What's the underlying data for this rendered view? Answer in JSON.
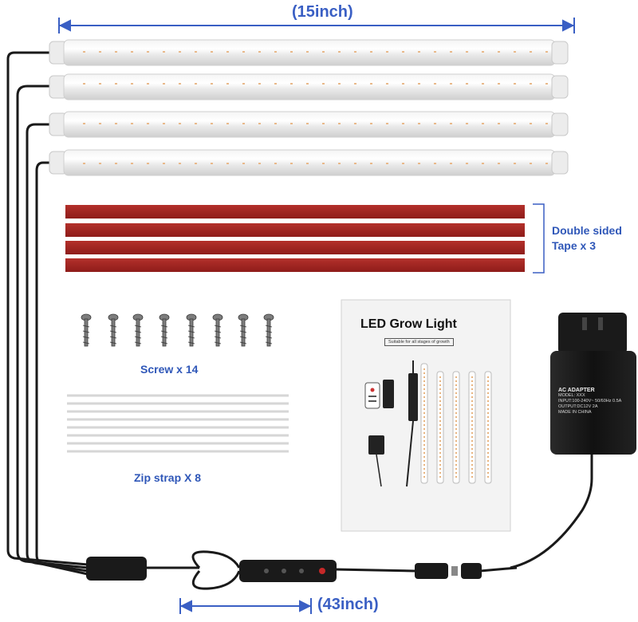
{
  "dimensions": {
    "bar_length": "(15inch)",
    "cable_length": "(43inch)"
  },
  "labels": {
    "tape": [
      "Double sided",
      "Tape x 3"
    ],
    "screw": "Screw x 14",
    "zip": "Zip strap X 8"
  },
  "manual": {
    "title": "LED Grow Light",
    "subtitle": "Suitable for all stages of growth"
  },
  "adapter": {
    "label_title": "AC ADAPTER",
    "label_lines": [
      "MODEL: XXX",
      "INPUT:100-240V~ 50/60Hz 0.5A",
      "OUTPUT:DC12V 2A",
      "MADE IN CHINA"
    ]
  },
  "counts": {
    "light_bars": 4,
    "tape_strips": 4,
    "screws": 8,
    "zip_straps": 8
  },
  "colors": {
    "accent": "#3a5fc4",
    "tape": "#a3221f",
    "cable": "#1a1a1a"
  }
}
